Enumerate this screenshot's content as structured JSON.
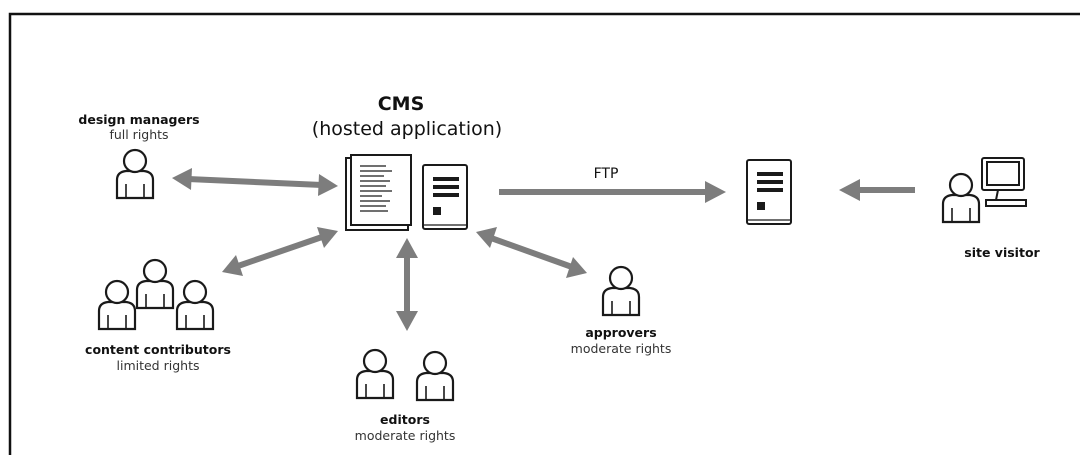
{
  "diagram": {
    "cms_title": "CMS",
    "cms_subtitle": "(hosted application)",
    "ftp_label": "FTP",
    "design_managers": {
      "title": "design managers",
      "rights": "full rights"
    },
    "content_contributors": {
      "title": "content contributors",
      "rights": "limited rights"
    },
    "editors": {
      "title": "editors",
      "rights": "moderate rights"
    },
    "approvers": {
      "title": "approvers",
      "rights": "moderate rights"
    },
    "site_visitor": {
      "title": "site visitor"
    },
    "colors": {
      "arrow": "#7d7d7d",
      "outline": "#1a1a1a",
      "frame": "#111111"
    },
    "icons": [
      "person-icon",
      "person-group-icon",
      "document-icon",
      "server-icon",
      "monitor-icon"
    ]
  }
}
